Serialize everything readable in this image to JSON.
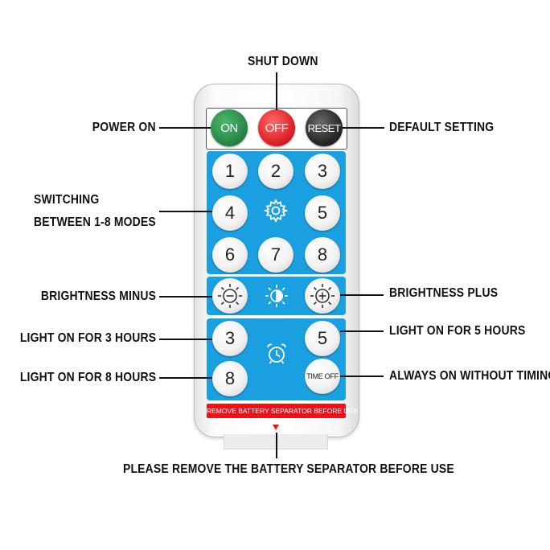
{
  "labels": {
    "shut_down": "SHUT DOWN",
    "power_on": "POWER ON",
    "default_setting": "DEFAULT SETTING",
    "switching_line1": "SWITCHING",
    "switching_line2": "BETWEEN 1-8 MODES",
    "brightness_minus": "BRIGHTNESS MINUS",
    "brightness_plus": "BRIGHTNESS PLUS",
    "light_3h": "LIGHT ON FOR 3 HOURS",
    "light_5h": "LIGHT ON FOR 5 HOURS",
    "light_8h": "LIGHT ON FOR 8 HOURS",
    "always_on": "ALWAYS ON WITHOUT TIMING",
    "battery_note": "PLEASE REMOVE THE BATTERY SEPARATOR BEFORE USE"
  },
  "remote": {
    "on": "ON",
    "off": "OFF",
    "reset": "RESET",
    "modes": [
      "1",
      "2",
      "3",
      "4",
      "5",
      "6",
      "7",
      "8"
    ],
    "timer_3": "3",
    "timer_5": "5",
    "timer_8": "8",
    "time_off": "TIME OFF",
    "battery_strip": "REMOVE BATTERY SEPARATOR BEFORE USE"
  },
  "colors": {
    "on_button": "#2a8a4a",
    "off_button": "#e0242a",
    "reset_button": "#2a2a2a",
    "panel_blue": "#1aa0e0",
    "strip_red": "#e8141c"
  },
  "icons": [
    "gear-icon",
    "sun-minus-icon",
    "half-sun-icon",
    "sun-plus-icon",
    "alarm-clock-icon",
    "down-arrow-icon"
  ]
}
